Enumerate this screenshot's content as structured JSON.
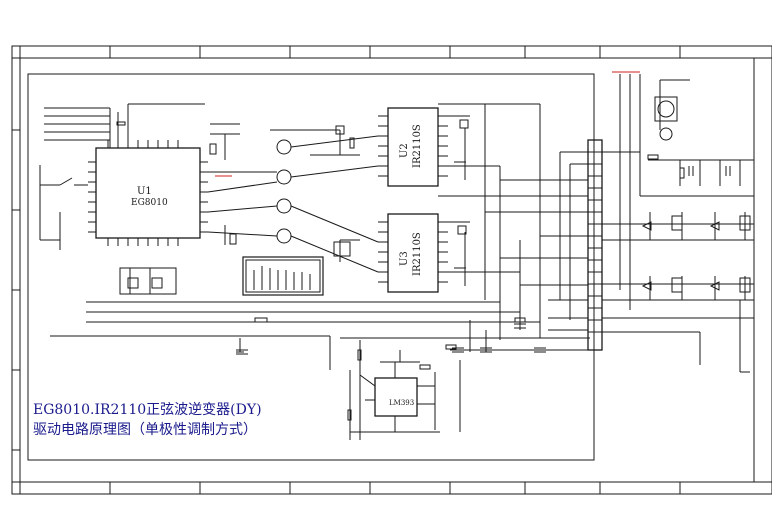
{
  "title": {
    "line1": "EG8010.IR2110正弦波逆变器(DY)",
    "line2": "驱动电路原理图（单极性调制方式）"
  },
  "chips": {
    "u1": {
      "ref": "U1",
      "part": "EG8010"
    },
    "u2": {
      "ref": "U2",
      "part": "IR2110S"
    },
    "u3": {
      "ref": "U3",
      "part": "IR2110S"
    },
    "opamp": {
      "part": "LM393"
    }
  },
  "colors": {
    "wire": "#1a1a1a",
    "frame": "#1a1a1a",
    "title_text": "#1a1a8c",
    "net_red": "#cc2222"
  }
}
